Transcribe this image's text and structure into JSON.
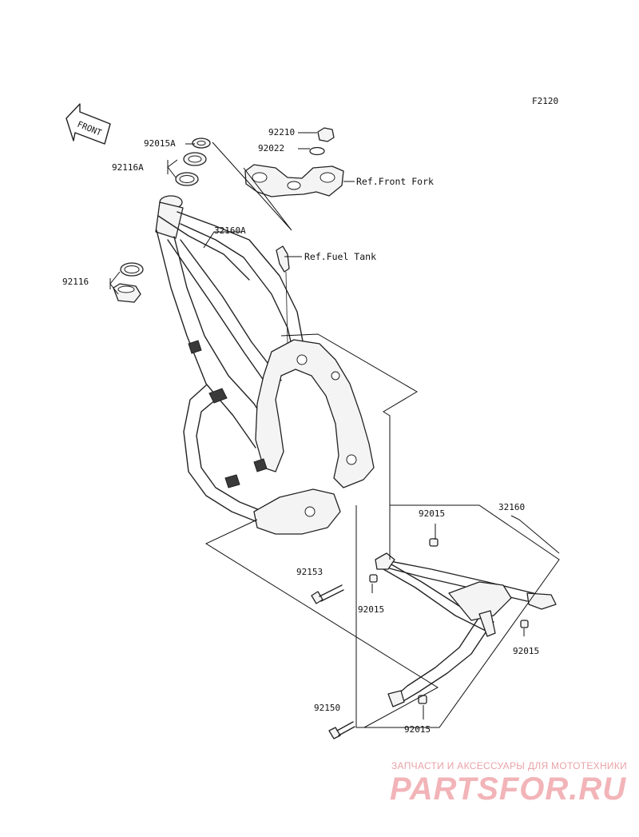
{
  "diagram": {
    "page_code": "F2120",
    "front_label": "FRONT",
    "part_numbers": {
      "p92015A": "92015A",
      "p92116A": "92116A",
      "p92210": "92210",
      "p92022": "92022",
      "p32160A": "32160A",
      "p92116": "92116",
      "p92015_top": "92015",
      "p32160": "32160",
      "p92153": "92153",
      "p92015_mid": "92015",
      "p92015_right": "92015",
      "p92150": "92150",
      "p92015_bottom": "92015"
    },
    "refs": {
      "front_fork": "Ref.Front Fork",
      "fuel_tank": "Ref.Fuel Tank"
    }
  },
  "watermark": {
    "caption": "ЗАПЧАСТИ И АКСЕССУАРЫ ДЛЯ МОТОТЕХНИКИ",
    "brand": "PARTSFOR.RU",
    "color": "#f2b4b8"
  }
}
